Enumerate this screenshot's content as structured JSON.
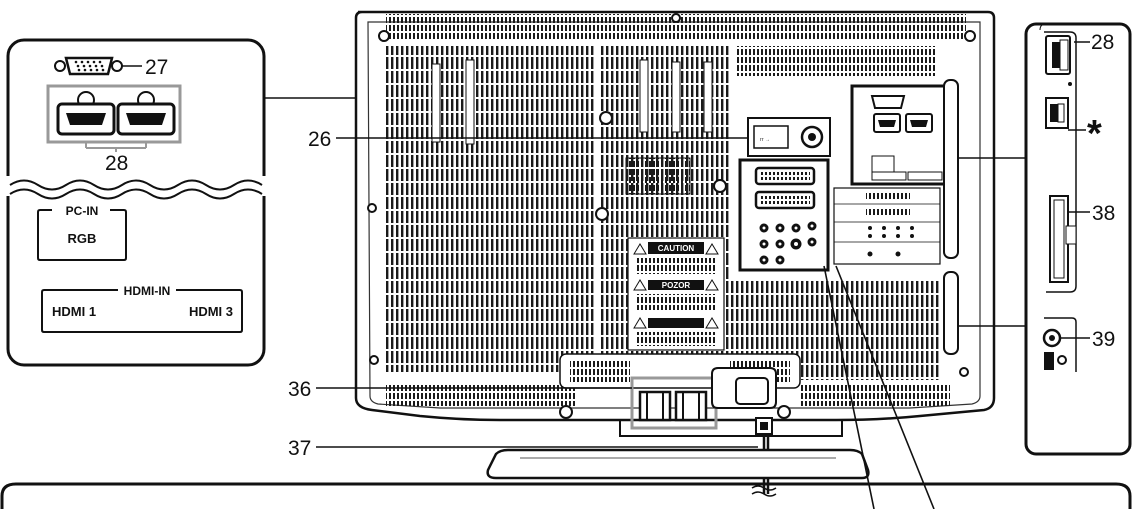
{
  "callouts": {
    "pc_port": "27",
    "hdmi_inset": "28",
    "antenna": "26",
    "cable_holder": "36",
    "power_cord": "37",
    "side_hdmi": "28",
    "side_usb": "*",
    "card_slot": "38",
    "headphone": "39"
  },
  "inset": {
    "pc_in_title": "PC-IN",
    "pc_in_sub": "RGB",
    "hdmi_in_title": "HDMI-IN",
    "hdmi1": "HDMI 1",
    "hdmi3": "HDMI 3"
  },
  "warnings": {
    "caution": "CAUTION",
    "pozor": "POZOR"
  }
}
